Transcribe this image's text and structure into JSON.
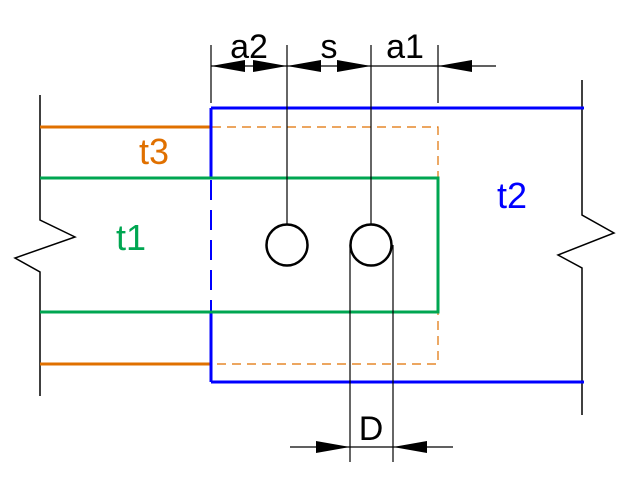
{
  "labels": {
    "t1": "t1",
    "t2": "t2",
    "t3": "t3"
  },
  "dimensions": {
    "a2": "a2",
    "s": "s",
    "a1": "a1",
    "D": "D"
  },
  "colors": {
    "t1": "#00a651",
    "t2": "#0000ff",
    "t3": "#e07000",
    "lines": "#000000",
    "background": "#ffffff"
  }
}
